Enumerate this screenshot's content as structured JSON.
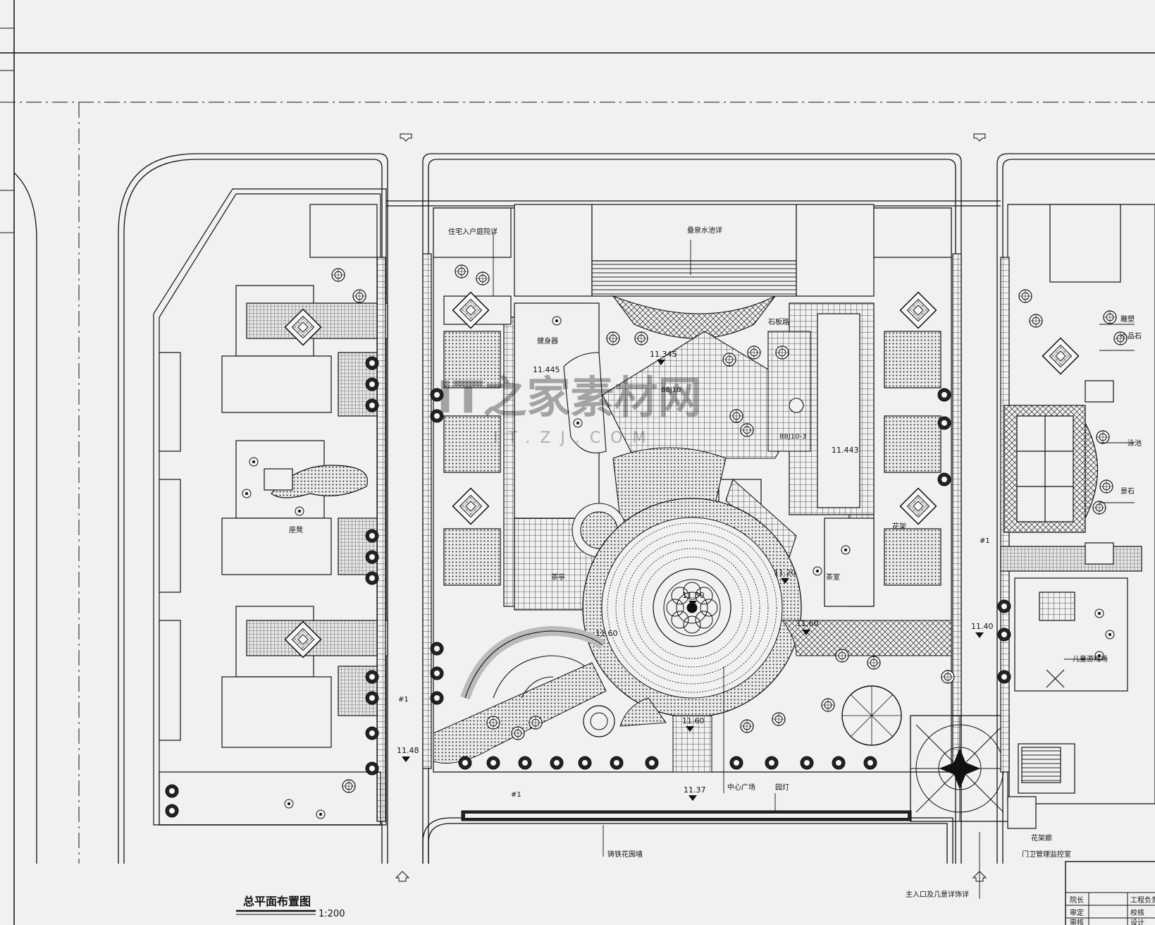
{
  "drawing": {
    "title": "总平面布置图",
    "scale": "1:200"
  },
  "elevations": [
    "11.345",
    "11.445",
    "11.443",
    "11.50",
    "11.20",
    "11.40",
    "11.60",
    "11.48",
    "11.37",
    "11.60",
    "11.60"
  ],
  "building_labels": [
    "#1",
    "#1",
    "#1"
  ],
  "callouts": {
    "entry_plaza": "住宅入户庭院详",
    "water_feature": "叠泉水池详",
    "fitness": "健身器",
    "rockery": "石板路",
    "pavilion": "茶亭",
    "tea_room": "茶室",
    "central_plaza": "中心广场",
    "lamp": "园灯",
    "main_entrance": "主入口及几景详饰详",
    "guard": "门卫管理监控室",
    "flower_rack": "花架廊",
    "fence": "铸铁花围墙",
    "childrens_play": "儿童游戏场",
    "stone_seat": "座凳",
    "sculpture": "雕塑",
    "swimming_pool": "泳池",
    "tennis": "小品石",
    "landscape": "景石",
    "gardenhouse": "花架",
    "std1": "88J10",
    "std2": "88J10-3"
  },
  "title_block": {
    "rows": [
      [
        "院长",
        "工程负责"
      ],
      [
        "审定",
        "校核"
      ],
      [
        "审核",
        "设计"
      ]
    ]
  },
  "watermark": "IT之家素材网",
  "watermark_url": "IT.ZJ.COM"
}
